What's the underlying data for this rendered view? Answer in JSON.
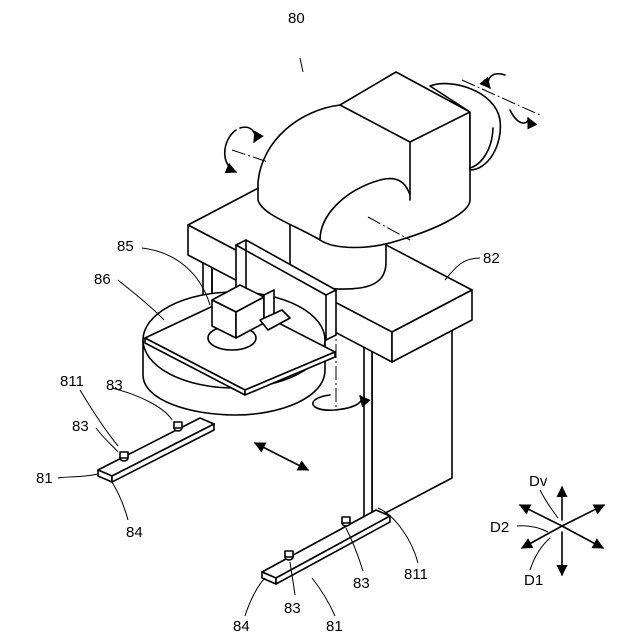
{
  "labels": {
    "l80": "80",
    "l82": "82",
    "l85": "85",
    "l86": "86",
    "l811a": "811",
    "l83a": "83",
    "l83b": "83",
    "l81a": "81",
    "l84a": "84",
    "l811b": "811",
    "l83c": "83",
    "l83d": "83",
    "l84b": "84",
    "l81b": "81",
    "dv": "Dv",
    "d2": "D2",
    "d1": "D1"
  }
}
